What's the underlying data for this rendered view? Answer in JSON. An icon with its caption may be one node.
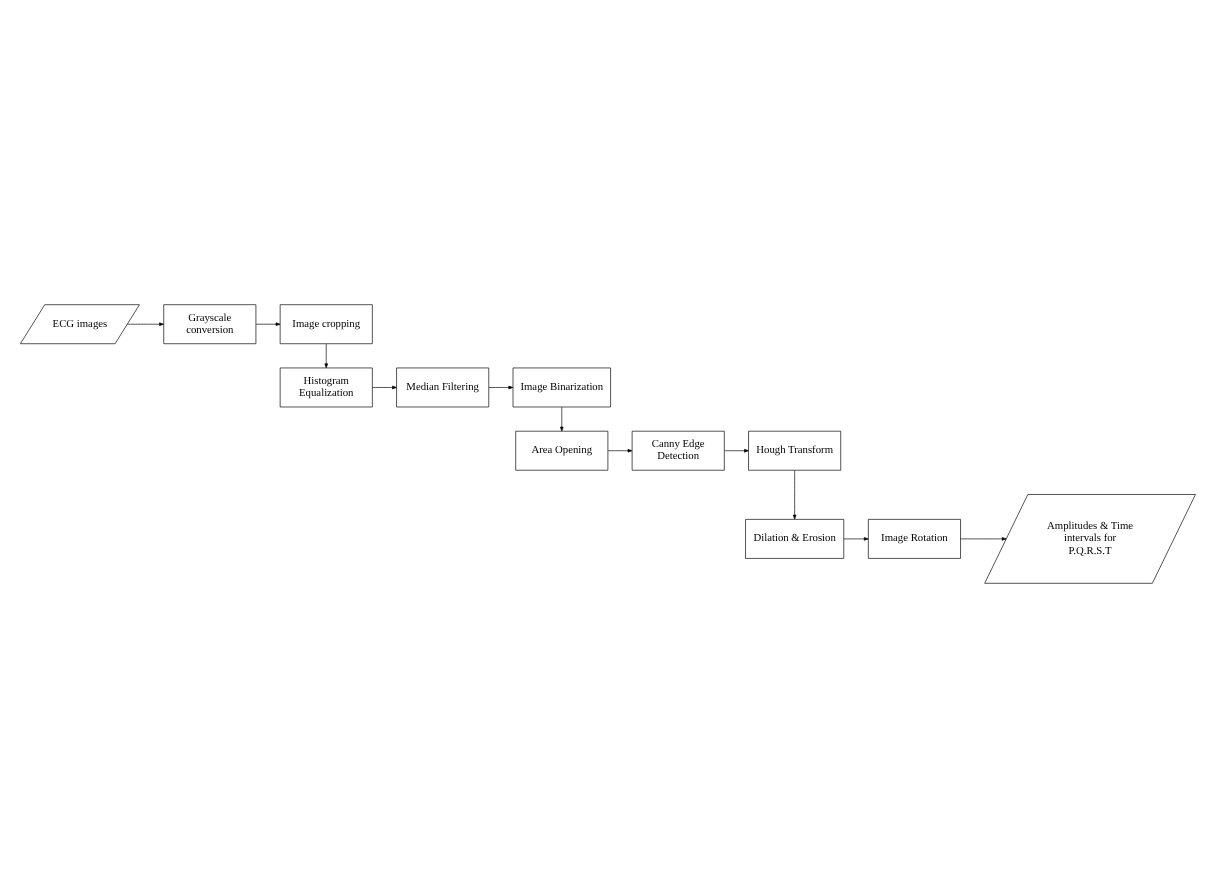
{
  "diagram": {
    "nodes": [
      {
        "text": [
          "ECG images"
        ]
      },
      {
        "text": [
          "Grayscale conversion"
        ]
      },
      {
        "text": [
          "Image cropping"
        ]
      },
      {
        "text": [
          "Histogram Equalization"
        ]
      },
      {
        "text": [
          "Median Filtering"
        ]
      },
      {
        "text": [
          "Image Binarization"
        ]
      },
      {
        "text": [
          "Area Opening"
        ]
      },
      {
        "text": [
          "Canny Edge Detection"
        ]
      },
      {
        "text": [
          "Hough Transform"
        ]
      },
      {
        "text": [
          "Dilation & Erosion"
        ]
      },
      {
        "text": [
          "Image Rotation"
        ]
      },
      {
        "text": [
          "Amplitudes & Time intervals for P.Q.R.S.T"
        ]
      }
    ],
    "edges": [
      {
        "from": 0,
        "to": 1,
        "arrow": "to"
      },
      {
        "from": 1,
        "to": 2,
        "arrow": "to"
      },
      {
        "from": 2,
        "to": 3,
        "arrow": "to"
      },
      {
        "from": 3,
        "to": 4,
        "arrow": "to"
      },
      {
        "from": 4,
        "to": 5,
        "arrow": "to"
      },
      {
        "from": 5,
        "to": 6,
        "arrow": "to"
      },
      {
        "from": 6,
        "to": 7,
        "arrow": "to"
      },
      {
        "from": 7,
        "to": 8,
        "arrow": "to"
      },
      {
        "from": 8,
        "to": 9,
        "arrow": "to"
      },
      {
        "from": 9,
        "to": 10,
        "arrow": "to"
      },
      {
        "from": 10,
        "to": 11,
        "arrow": "to"
      }
    ]
  }
}
